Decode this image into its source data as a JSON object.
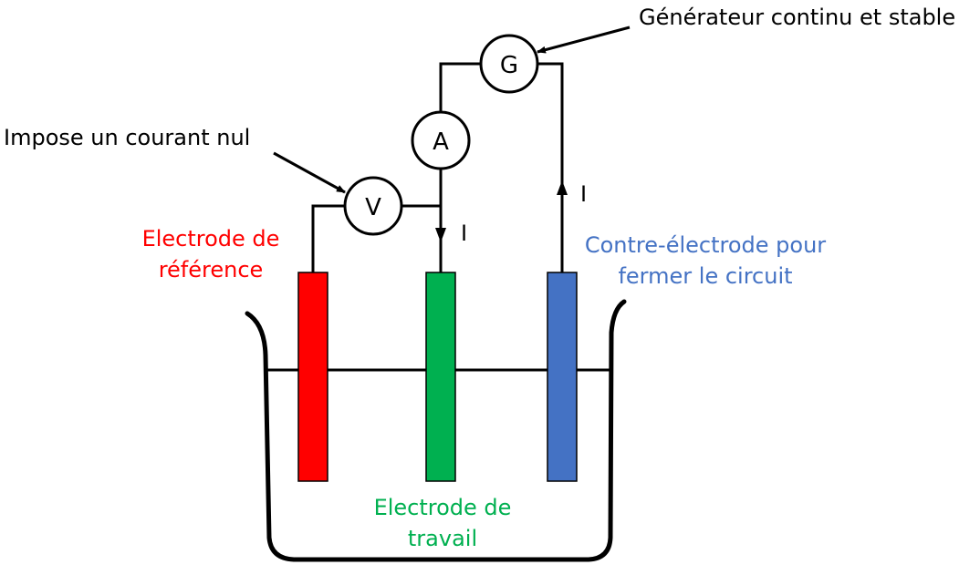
{
  "meters": {
    "generator": "G",
    "ammeter": "A",
    "voltmeter": "V"
  },
  "current_symbol": "I",
  "annotations": {
    "generator_note": "Générateur continu et stable",
    "voltmeter_note": "Impose un courant nul"
  },
  "electrodes": {
    "reference": {
      "line1": "Electrode de",
      "line2": "référence",
      "color": "#ff0000"
    },
    "working": {
      "line1": "Electrode de",
      "line2": "travail",
      "color": "#00b050"
    },
    "counter": {
      "line1": "Contre-électrode pour",
      "line2": "fermer le circuit",
      "color": "#4472c4"
    }
  }
}
